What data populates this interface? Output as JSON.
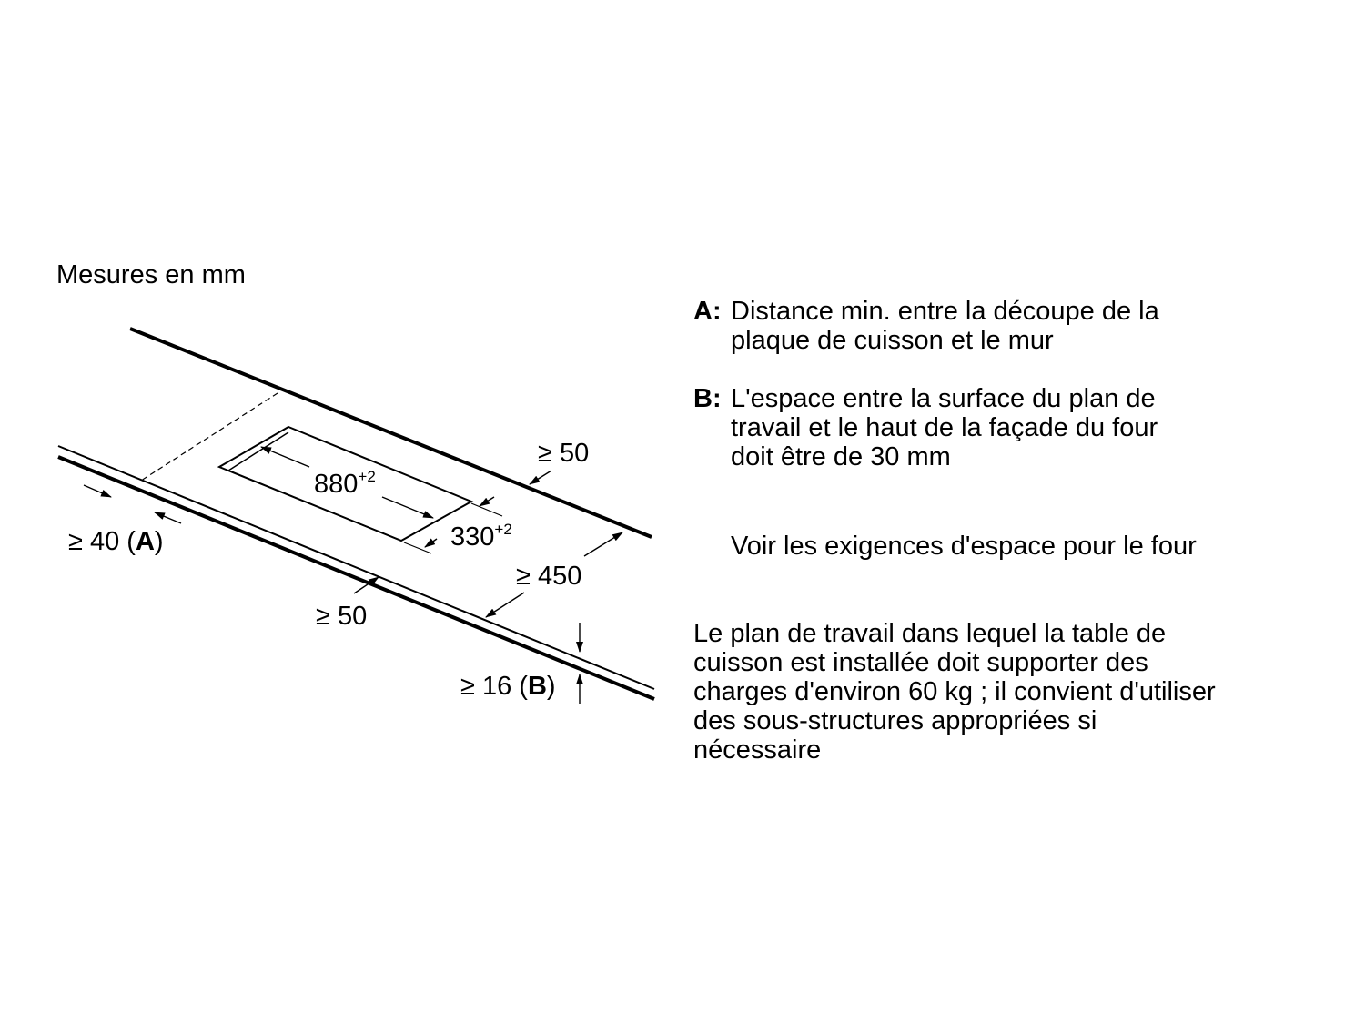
{
  "units_title": "Mesures en mm",
  "dimensions": {
    "cutout_length": "880",
    "cutout_length_tol": "+2",
    "cutout_depth": "330",
    "cutout_depth_tol": "+2",
    "rear_min": "≥ 50",
    "wall_label_prefix": "≥ 40 (",
    "wall_label_key": "A",
    "wall_label_suffix": ")",
    "front_min": "≥ 50",
    "side_min": "≥ 450",
    "thickness_prefix": "≥ 16 (",
    "thickness_key": "B",
    "thickness_suffix": ")"
  },
  "legend": {
    "a_key": "A:",
    "a_line1": "Distance min. entre la découpe de la",
    "a_line2": "plaque de cuisson et le mur",
    "b_key": "B:",
    "b_line1": "L'espace entre la surface du plan de",
    "b_line2": "travail et le haut de la façade du four",
    "b_line3": "doit être de 30 mm",
    "oven_note": "Voir les exigences d'espace pour le four",
    "load_line1": "Le plan de travail dans lequel la table de",
    "load_line2": "cuisson est installée doit supporter des",
    "load_line3": "charges d'environ 60 kg ; il convient d'utiliser",
    "load_line4": "des sous-structures appropriées si",
    "load_line5": "nécessaire"
  }
}
